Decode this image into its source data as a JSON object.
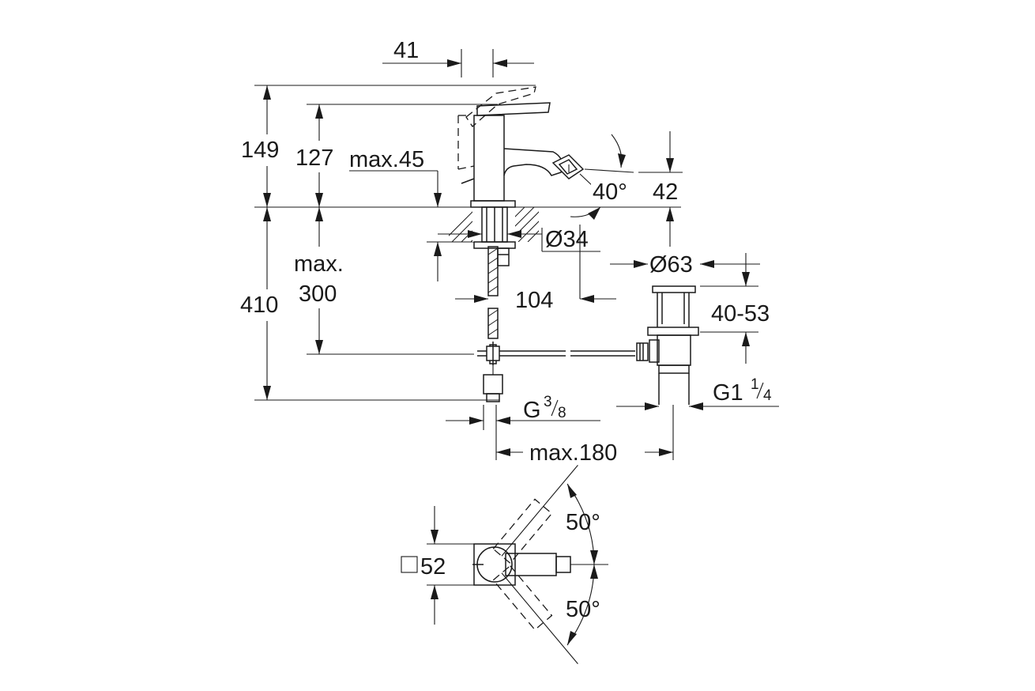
{
  "dimensions": {
    "width_41": "41",
    "height_149": "149",
    "height_127": "127",
    "max_45": "max.45",
    "angle_40": "40°",
    "height_42": "42",
    "dia_34": "Ø34",
    "dia_63": "Ø63",
    "max_label": "max.",
    "max_300": "300",
    "height_410": "410",
    "dist_104": "104",
    "range_40_53": "40-53",
    "thread_g": "G",
    "thread_g_sup": "3",
    "thread_g_sub": "8",
    "thread_g1": "G1",
    "thread_g1_sup": "1",
    "thread_g1_sub": "4",
    "max_180": "max.180",
    "square_52": "52",
    "angle_50_top": "50°",
    "angle_50_bottom": "50°"
  },
  "colors": {
    "line": "#1a1a1a",
    "background": "#ffffff"
  }
}
